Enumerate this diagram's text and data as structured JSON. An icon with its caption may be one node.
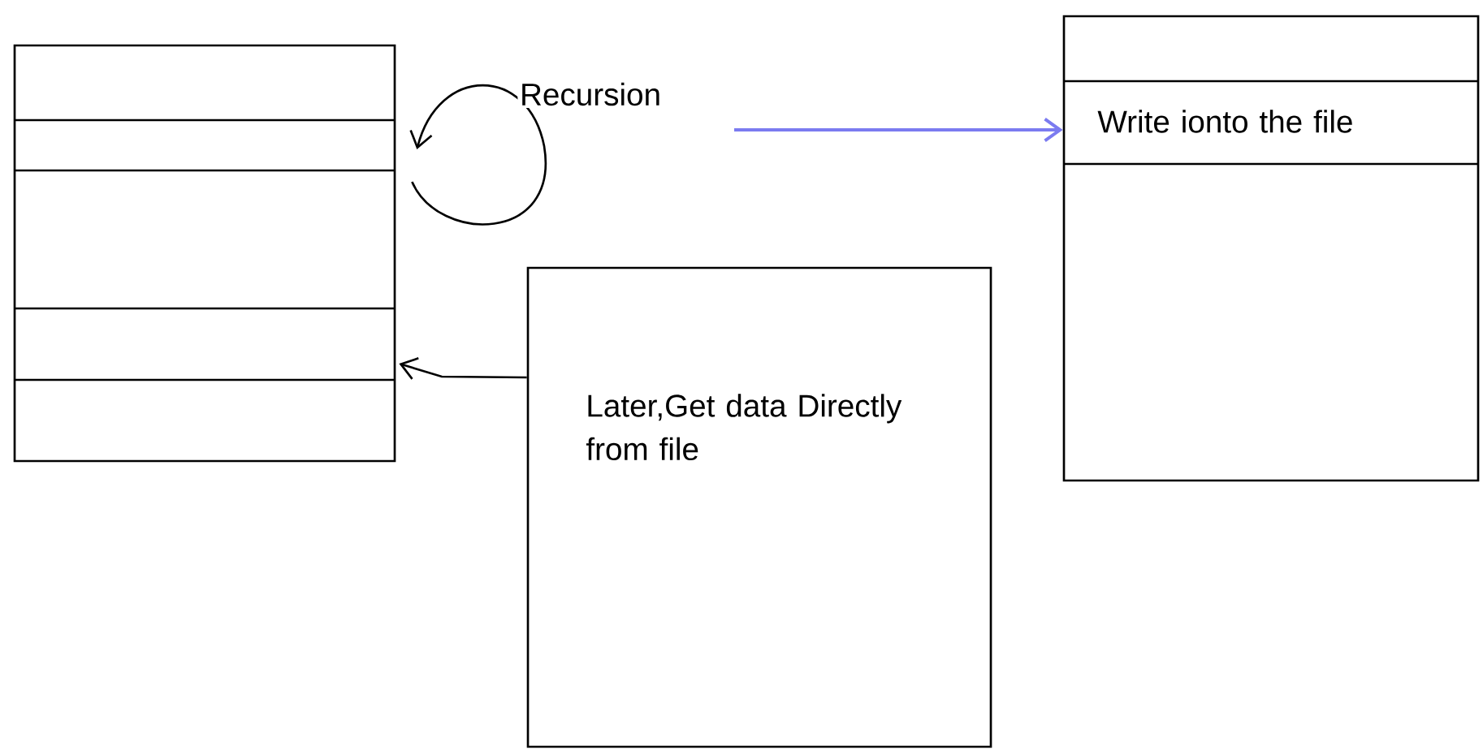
{
  "diagram": {
    "nodes": [
      {
        "text": [],
        "shape": "box"
      },
      {
        "text": [
          "Write ionto the file"
        ]
      },
      {
        "text": [
          "Later,Get data Directly from file"
        ]
      }
    ],
    "edges": [
      {
        "from": 0,
        "to": 0,
        "arrow": "to",
        "label": "Recursion"
      },
      {
        "from": null,
        "to": 1,
        "arrow": "to",
        "color": "#7b7bf0"
      },
      {
        "from": 2,
        "to": 0,
        "arrow": "to"
      }
    ]
  }
}
